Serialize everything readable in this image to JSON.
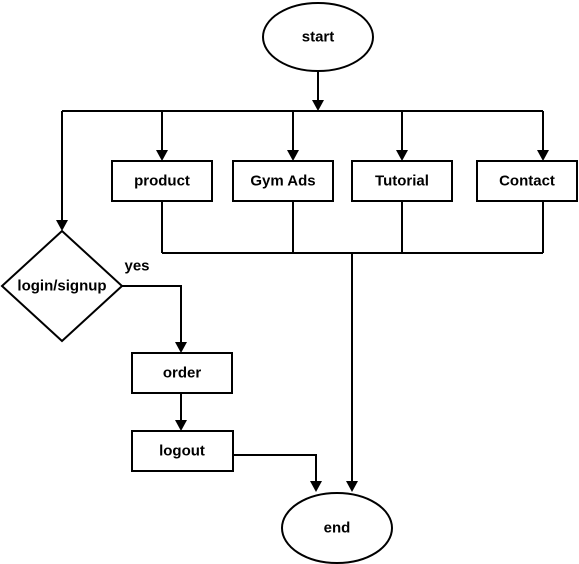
{
  "nodes": {
    "start": "start",
    "product": "product",
    "gym_ads": "Gym Ads",
    "tutorial": "Tutorial",
    "contact": "Contact",
    "login": "login/signup",
    "order": "order",
    "logout": "logout",
    "end": "end"
  },
  "edge_labels": {
    "login_yes": "yes"
  },
  "colors": {
    "stroke": "#000000",
    "fill": "#ffffff",
    "text": "#000000"
  }
}
